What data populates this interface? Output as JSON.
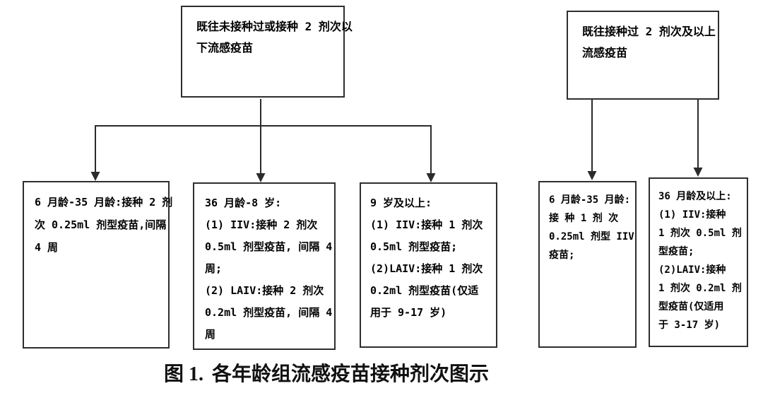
{
  "figure": {
    "colors": {
      "background": "#ffffff",
      "line": "#2b2b2b",
      "box_border": "#2e2e2e",
      "text": "#000000"
    },
    "top_nodes": [
      {
        "lines": [
          "既往未接种过或接种 2 剂次以",
          "下流感疫苗"
        ]
      },
      {
        "lines": [
          "既往接种过 2 剂次及以上",
          "流感疫苗"
        ]
      }
    ],
    "leaf_nodes": [
      {
        "lines": [
          "6 月龄-35 月龄:接种 2 剂",
          "次 0.25ml 剂型疫苗,间隔",
          "4 周"
        ]
      },
      {
        "lines": [
          "36 月龄-8 岁:",
          "(1) IIV:接种 2 剂次",
          "0.5ml 剂型疫苗, 间隔 4",
          "周;",
          "(2) LAIV:接种 2 剂次",
          "0.2ml 剂型疫苗, 间隔 4",
          "周"
        ]
      },
      {
        "lines": [
          "9 岁及以上:",
          "(1) IIV:接种 1 剂次",
          "0.5ml 剂型疫苗;",
          "(2)LAIV:接种 1 剂次",
          "0.2ml 剂型疫苗(仅适",
          "用于 9-17 岁)"
        ]
      },
      {
        "lines": [
          "6 月龄-35 月龄:",
          "接 种 1 剂 次",
          "0.25ml 剂型 IIV",
          "疫苗;"
        ]
      },
      {
        "lines": [
          "36 月龄及以上:",
          "(1) IIV:接种",
          "1 剂次 0.5ml 剂",
          "型疫苗;",
          "(2)LAIV:接种",
          "1 剂次 0.2ml 剂",
          "型疫苗(仅适用",
          "于 3-17 岁)"
        ]
      }
    ],
    "caption": {
      "label": "图 1.",
      "title": "各年龄组流感疫苗接种剂次图示"
    }
  }
}
